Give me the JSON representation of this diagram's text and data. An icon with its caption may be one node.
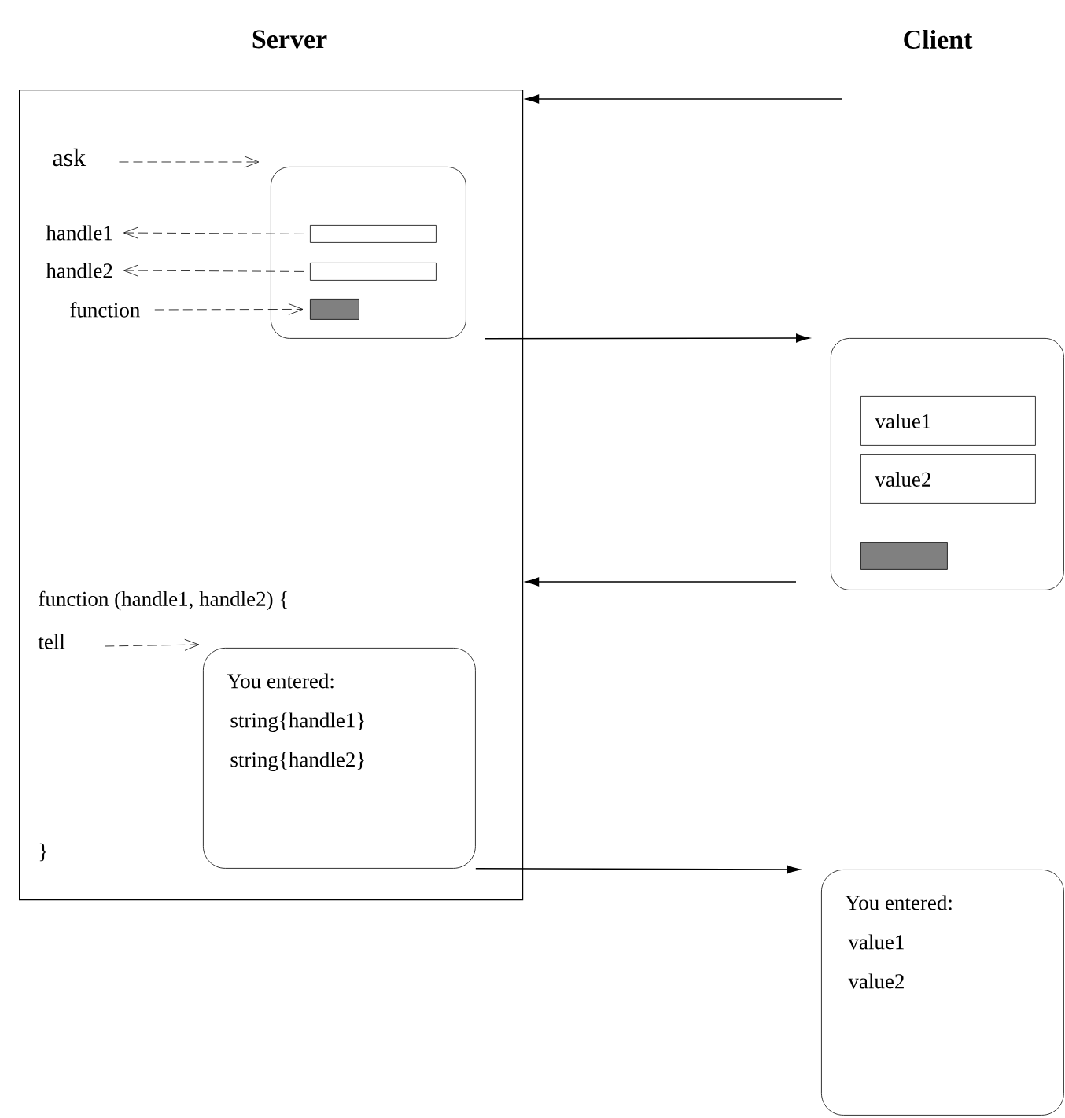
{
  "diagram": {
    "nodes": [
      {
        "text": [
          "Server"
        ]
      },
      {
        "text": [
          "ask"
        ],
        "in": 0
      },
      {
        "text": [],
        "shape": "box",
        "in": 0
      },
      {
        "text": [
          "handle1"
        ],
        "in": 0
      },
      {
        "text": [
          "handle2"
        ],
        "in": 0
      },
      {
        "text": [
          "function"
        ],
        "in": 0
      },
      {
        "text": [],
        "shape": "box",
        "in": 2
      },
      {
        "text": [],
        "shape": "box",
        "in": 2
      },
      {
        "text": [],
        "shape": "bar",
        "in": 2
      },
      {
        "text": [],
        "shape": "box"
      },
      {
        "text": [
          "value1"
        ],
        "in": 9
      },
      {
        "text": [
          "value2"
        ],
        "in": 9
      },
      {
        "text": [],
        "shape": "bar",
        "in": 9
      },
      {
        "text": [
          "tell"
        ],
        "in": 0
      },
      {
        "text": [
          "You entered:",
          "string{handle1}",
          "string{handle2}"
        ],
        "in": 0
      },
      {
        "text": [
          "You entered:",
          "value1",
          "value2"
        ]
      }
    ],
    "edges": [
      {
        "from": null,
        "to": 0,
        "arrow": "to"
      },
      {
        "from": 1,
        "to": 2,
        "arrow": "to",
        "style": "dashed"
      },
      {
        "from": 6,
        "to": 3,
        "arrow": "to",
        "style": "dashed"
      },
      {
        "from": 7,
        "to": 4,
        "arrow": "to",
        "style": "dashed"
      },
      {
        "from": 5,
        "to": 8,
        "arrow": "to",
        "style": "dashed"
      },
      {
        "from": 2,
        "to": 9,
        "arrow": "to"
      },
      {
        "from": 9,
        "to": 0,
        "arrow": "to"
      },
      {
        "from": 13,
        "to": 14,
        "arrow": "to",
        "style": "dashed"
      },
      {
        "from": 14,
        "to": 15,
        "arrow": "to"
      }
    ],
    "labels": [
      "Client",
      "function (handle1, handle2) {",
      "}"
    ]
  }
}
